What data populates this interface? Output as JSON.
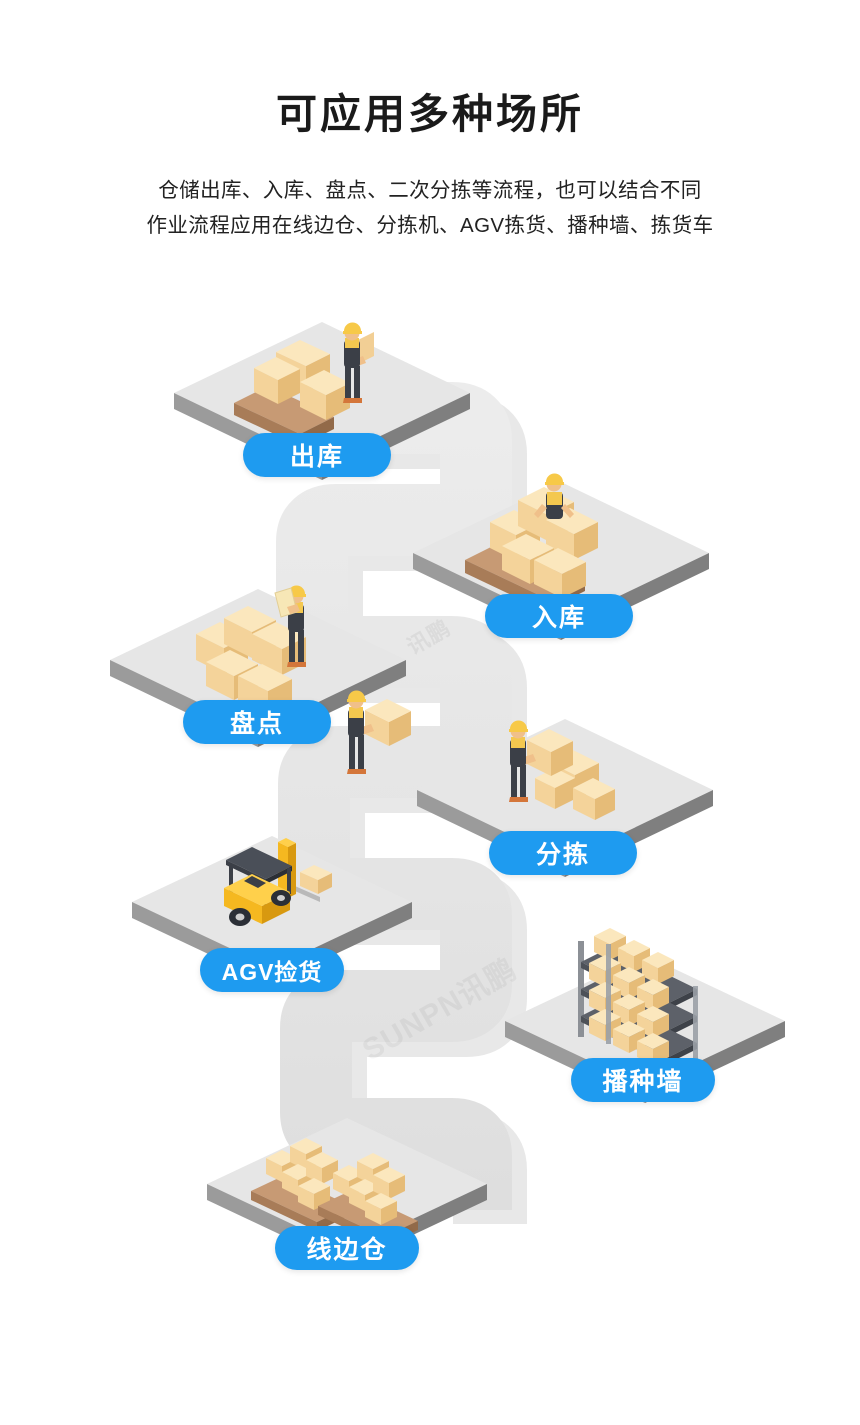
{
  "header": {
    "title": "可应用多种场所",
    "subtitle_line1": "仓储出库、入库、盘点、二次分拣等流程，也可以结合不同",
    "subtitle_line2": "作业流程应用在线边仓、分拣机、AGV拣货、播种墙、拣货车"
  },
  "watermark": {
    "text": "SUNPN讯鹏",
    "text2": "讯鹏"
  },
  "colors": {
    "accent_blue": "#1e9bf0",
    "title_black": "#1a1a1a",
    "path_grey": "#e4e4e4",
    "path_shadow": "#d2d2d2",
    "platform_top": "#e3e3e3",
    "platform_side": "#8e8e8e",
    "carton": "#f6d79c",
    "carton_dark": "#e0b36d",
    "pallet": "#b9886a",
    "worker_helmet": "#f7c948",
    "worker_overalls": "#3b3f47",
    "forklift_yellow": "#f5b820",
    "rack_grey": "#5a5f66"
  },
  "steps": [
    {
      "id": "outbound",
      "label": "出库",
      "icon": "pallet-with-boxes-and-worker"
    },
    {
      "id": "inbound",
      "label": "入库",
      "icon": "stacked-boxes-on-pallet-and-worker"
    },
    {
      "id": "stocktake",
      "label": "盘点",
      "icon": "box-stack-and-worker-with-clipboard"
    },
    {
      "id": "sorting",
      "label": "分拣",
      "icon": "worker-carrying-box-and-boxes"
    },
    {
      "id": "agv-picking",
      "label": "AGV捡货",
      "icon": "forklift-icon"
    },
    {
      "id": "put-wall",
      "label": "播种墙",
      "icon": "shelving-rack-icon"
    },
    {
      "id": "line-side",
      "label": "线边仓",
      "icon": "two-pallets-of-boxes"
    }
  ]
}
